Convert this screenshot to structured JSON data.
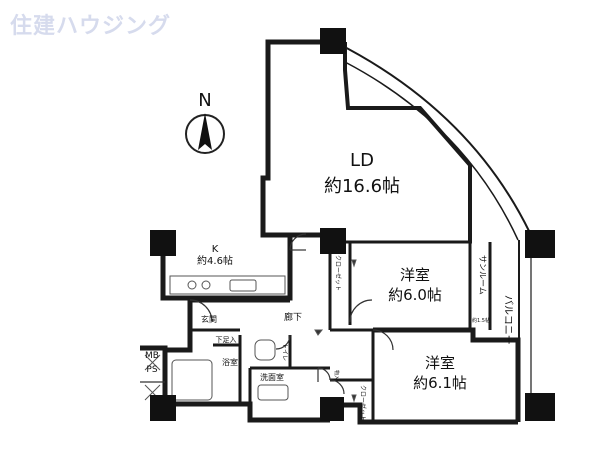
{
  "watermark": "住建ハウジング",
  "compass": {
    "label": "N"
  },
  "rooms": {
    "ld": {
      "name": "LD",
      "size": "約16.6帖"
    },
    "kitchen": {
      "name": "K",
      "size": "約4.6帖"
    },
    "western1": {
      "name": "洋室",
      "size": "約6.0帖"
    },
    "western2": {
      "name": "洋室",
      "size": "約6.1帖"
    },
    "sunroom": {
      "name": "サンルーム",
      "size": "約1.5帖"
    },
    "balcony": "バルコニー",
    "hallway": "廊下",
    "entrance": "玄関",
    "shoe_storage": "下足入",
    "bathroom": "浴室",
    "washroom": "洗面室",
    "toilet": "トイレ",
    "closet1": "クローゼット",
    "closet2": "クローゼット",
    "small_storage": "物入",
    "mbps": [
      "MB",
      "PS"
    ]
  }
}
